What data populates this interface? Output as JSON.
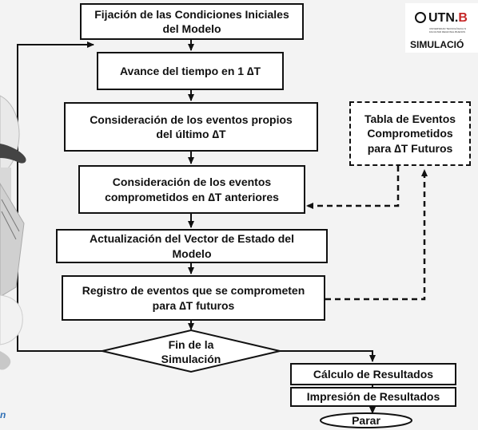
{
  "boxes": {
    "init": [
      "Fijación de las Condiciones Iniciales",
      "del Modelo"
    ],
    "advance": "Avance del tiempo en 1 ∆T",
    "own_events": [
      "Consideración de los eventos propios",
      "del último ∆T"
    ],
    "committed_prev": [
      "Consideración de los eventos",
      "comprometidos en ∆T anteriores"
    ],
    "update_state": [
      "Actualización del Vector de Estado del",
      "Modelo"
    ],
    "register_future": [
      "Registro de eventos que se comprometen",
      "para  ∆T futuros"
    ],
    "table_future": [
      "Tabla de Eventos",
      "Comprometidos",
      "para ∆T Futuros"
    ],
    "end_decision": [
      "Fin de la",
      "Simulación"
    ],
    "calc_results": "Cálculo de Resultados",
    "print_results": "Impresión de Resultados",
    "stop": "Parar"
  },
  "logo": {
    "brand_prefix": "UTN.",
    "brand_suffix": "B",
    "small_text": [
      "UNIVERSIDAD TECNOLÓGICA N",
      "FACULTAD REGIONAL BUENOS"
    ],
    "section": "SIMULACIÓ"
  },
  "corner_text": "n"
}
